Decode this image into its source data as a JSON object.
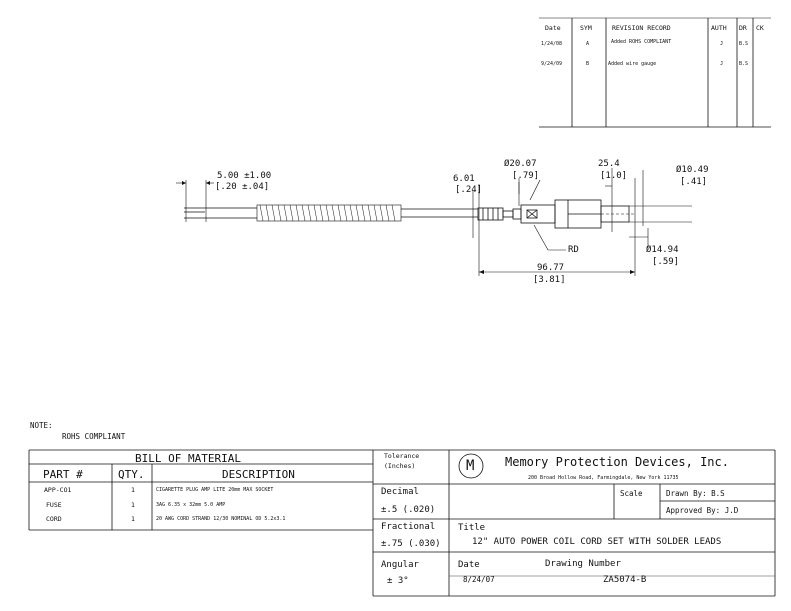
{
  "revision_table": {
    "headers": {
      "date": "Date",
      "sym": "SYM",
      "record": "REVISION RECORD",
      "auth": "AUTH",
      "dr": "DR",
      "ck": "CK"
    },
    "rows": [
      {
        "date": "1/24/08",
        "sym": "A",
        "record": "Added ROHS COMPLIANT",
        "auth": "J",
        "dr": "B.S"
      },
      {
        "date": "9/24/09",
        "sym": "B",
        "record": "Added wire gauge",
        "auth": "J",
        "dr": "B.S"
      }
    ]
  },
  "drawing": {
    "dim_lead": "5.00 ±1.00",
    "dim_lead_in": "[.20 ±.04]",
    "dim_a": "6.01",
    "dim_a_in": "[.24]",
    "dim_b": "Ø20.07",
    "dim_b_in": "[.79]",
    "dim_c": "25.4",
    "dim_c_in": "[1.0]",
    "dim_d": "Ø10.49",
    "dim_d_in": "[.41]",
    "dim_e": "Ø14.94",
    "dim_e_in": "[.59]",
    "dim_len": "96.77",
    "dim_len_in": "[3.81]",
    "callout": "RD"
  },
  "notes": {
    "label": "NOTE:",
    "line1": "ROHS COMPLIANT"
  },
  "bom": {
    "title": "BILL OF MATERIAL",
    "col_part": "PART #",
    "col_qty": "QTY.",
    "col_desc": "DESCRIPTION",
    "rows": [
      {
        "part": "APP-CO1",
        "qty": "1",
        "desc": "CIGARETTE PLUG AMP LITE 20mm MAX SOCKET"
      },
      {
        "part": "FUSE",
        "qty": "1",
        "desc": "3AG 6.35 x 32mm 5.0 AMP"
      },
      {
        "part": "CORD",
        "qty": "1",
        "desc": "20 AWG CORD STRAND 12/30 NOMINAL OD 5.2x3.1"
      }
    ]
  },
  "tolerance": {
    "header": "Tolerance",
    "header2": "(Inches)",
    "decimal_label": "Decimal",
    "decimal_value": "±.5 (.020)",
    "fractional_label": "Fractional",
    "fractional_value": "±.75 (.030)",
    "angular_label": "Angular",
    "angular_value": "± 3°"
  },
  "title_block": {
    "logo_text": "M",
    "company": "Memory Protection Devices, Inc.",
    "address": "200 Broad Hollow Road, Farmingdale, New York 11735",
    "scale_label": "Scale",
    "drawn_by": "Drawn By: B.S",
    "approved_by": "Approved By: J.D",
    "title_label": "Title",
    "title_value": "12\" AUTO POWER COIL CORD SET WITH SOLDER LEADS",
    "date_label": "Date",
    "date_value": "8/24/07",
    "number_label": "Drawing Number",
    "number_value": "ZA5074-B"
  }
}
